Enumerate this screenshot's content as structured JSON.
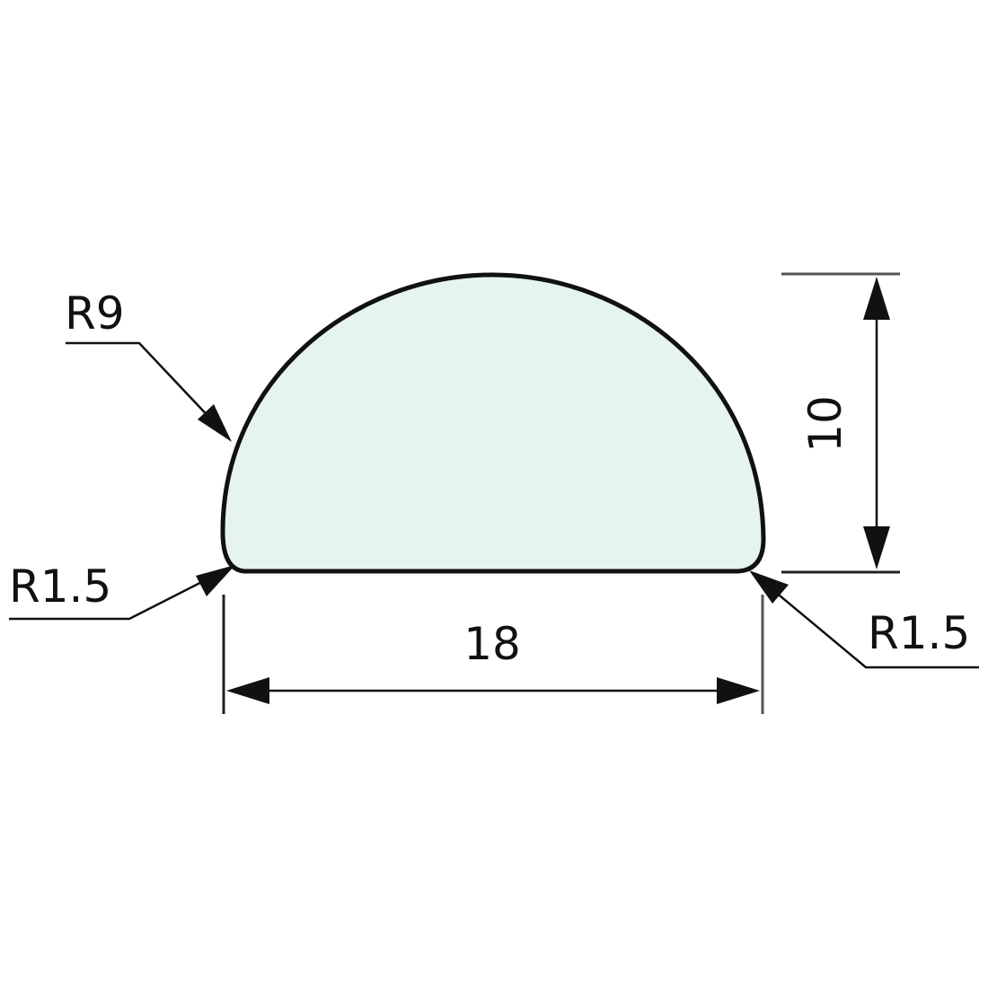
{
  "diagram": {
    "type": "technical profile drawing (D-shaped cross-section)",
    "shape_fill": "#e6f4f1",
    "stroke_color": "#111111",
    "labels": {
      "top_radius": "R9",
      "bottom_left_radius": "R1.5",
      "bottom_right_radius": "R1.5",
      "width": "18",
      "height": "10"
    },
    "dimensions": {
      "width_value": 18,
      "height_value": 10,
      "top_arc_radius": 9,
      "corner_radius": 1.5
    }
  }
}
